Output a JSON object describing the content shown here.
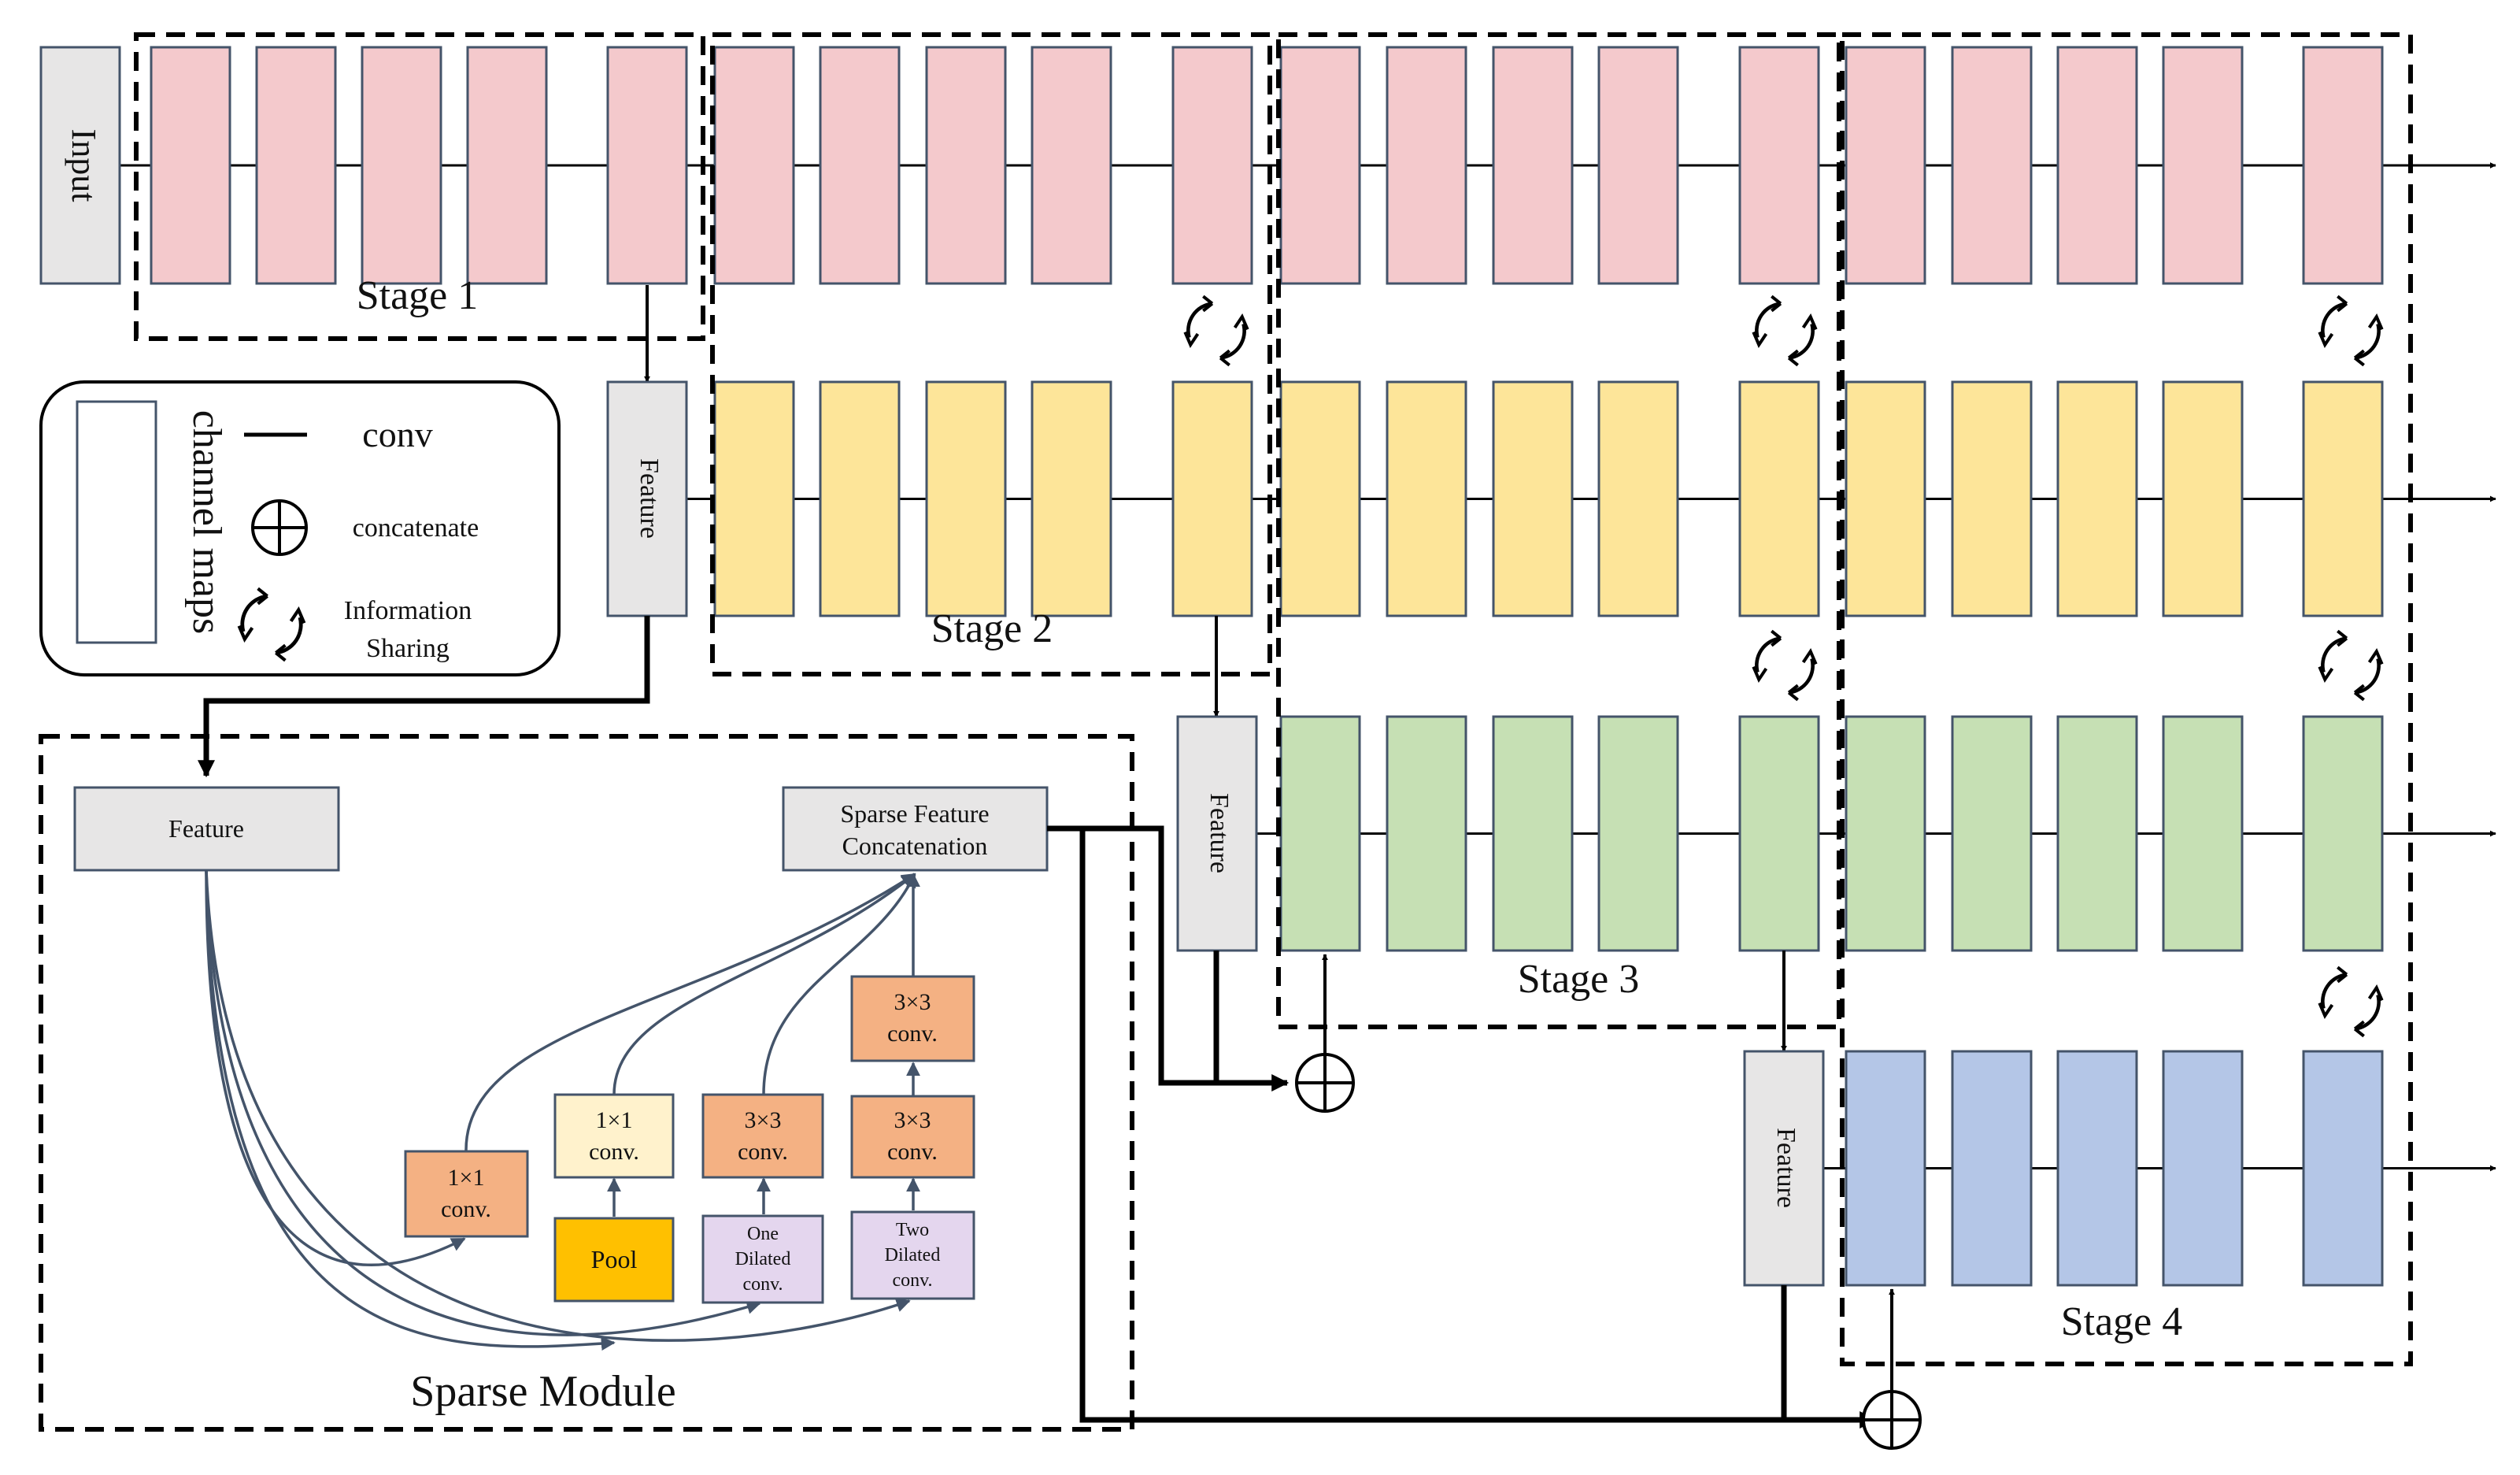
{
  "input_label": "Input",
  "stage_labels": [
    "Stage 1",
    "Stage 2",
    "Stage 3",
    "Stage 4"
  ],
  "feature_label": "Feature",
  "legend": {
    "channel_maps": "channel maps",
    "conv": "conv",
    "concatenate": "concatenate",
    "info_line1": "Information",
    "info_line2": "Sharing"
  },
  "sparse_module": {
    "title": "Sparse Module",
    "feature": "Feature",
    "sfc_line1": "Sparse Feature",
    "sfc_line2": "Concatenation",
    "conv1x1": [
      "1×1",
      "conv."
    ],
    "pool": "Pool",
    "conv3x3": [
      "3×3",
      "conv."
    ],
    "one_dilated": [
      "One",
      "Dilated",
      "conv."
    ],
    "two_dilated": [
      "Two",
      "Dilated",
      "conv."
    ]
  },
  "colors": {
    "row1": "#f4c9cc",
    "row2": "#fde599",
    "row3": "#c6e0b4",
    "row4": "#b4c6e7",
    "gray": "#e7e6e6",
    "orange": "#f4b183",
    "light_yellow": "#fff2cc",
    "gold": "#ffc000",
    "lavender": "#e4d6ee",
    "arrow_blue": "#44546a"
  }
}
